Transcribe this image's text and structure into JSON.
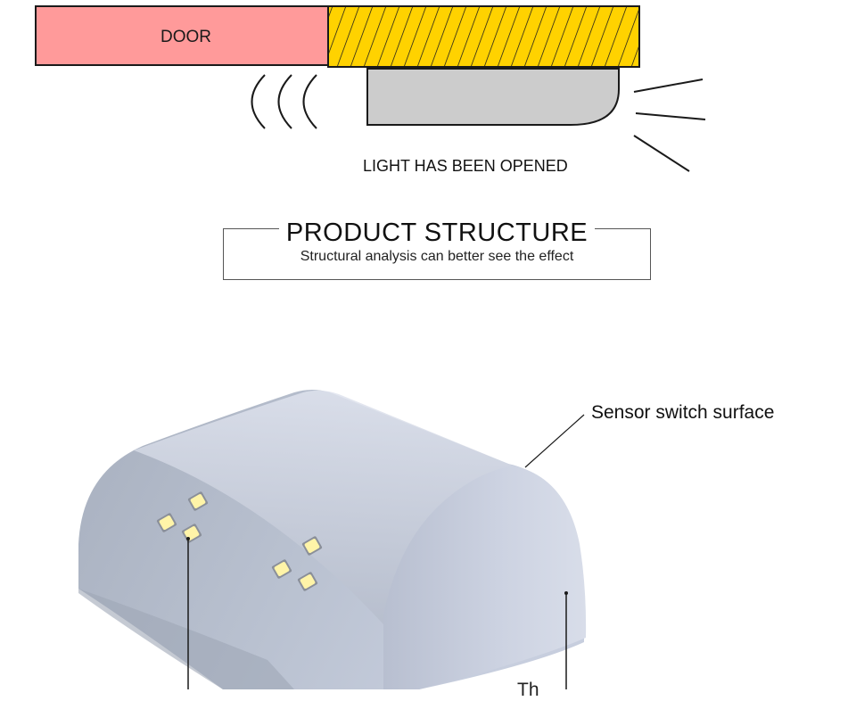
{
  "diagram": {
    "door_label": "DOOR",
    "status_text": "LIGHT HAS BEEN OPENED",
    "colors": {
      "door": "#ff9a9a",
      "hatch_bar": "#ffd200",
      "sensor_body": "#cccccc",
      "outline": "#1a1a1a"
    }
  },
  "section_title": {
    "heading": "PRODUCT STRUCTURE",
    "subheading": "Structural analysis can better see the effect"
  },
  "product": {
    "callout_sensor": "Sensor switch surface",
    "callout_bottom_partial": "Th",
    "colors": {
      "body": "#b3bccb",
      "led": "#fff4a8"
    }
  }
}
